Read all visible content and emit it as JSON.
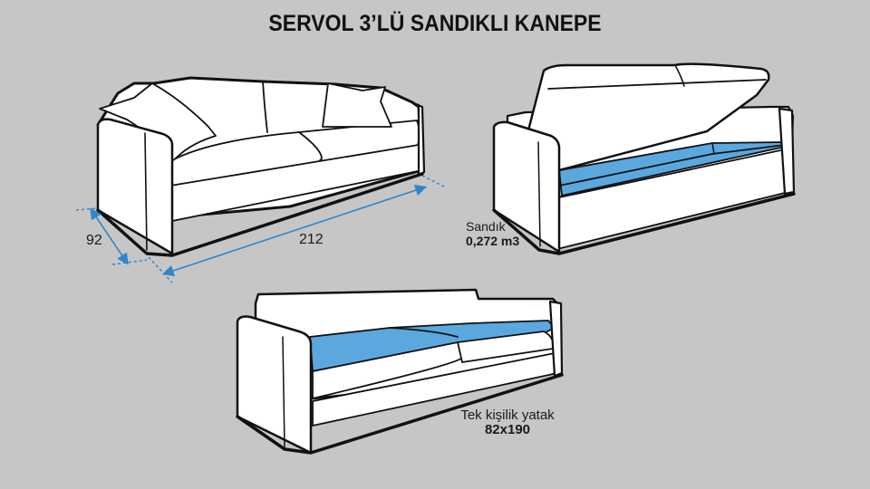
{
  "title": "SERVOL 3’LÜ SANDIKLI KANEPE",
  "colors": {
    "background": "#c6c6c6",
    "sofa_fill": "#ffffff",
    "outline": "#111111",
    "highlight_blue": "#5aa8de",
    "dimension_line": "#2f86c9"
  },
  "views": {
    "dimensions": {
      "depth_label": "92",
      "width_label": "212"
    },
    "storage": {
      "label": "Sandık",
      "value": "0,272 m3"
    },
    "bed": {
      "label": "Tek kişilik yatak",
      "value": "82x190"
    }
  }
}
